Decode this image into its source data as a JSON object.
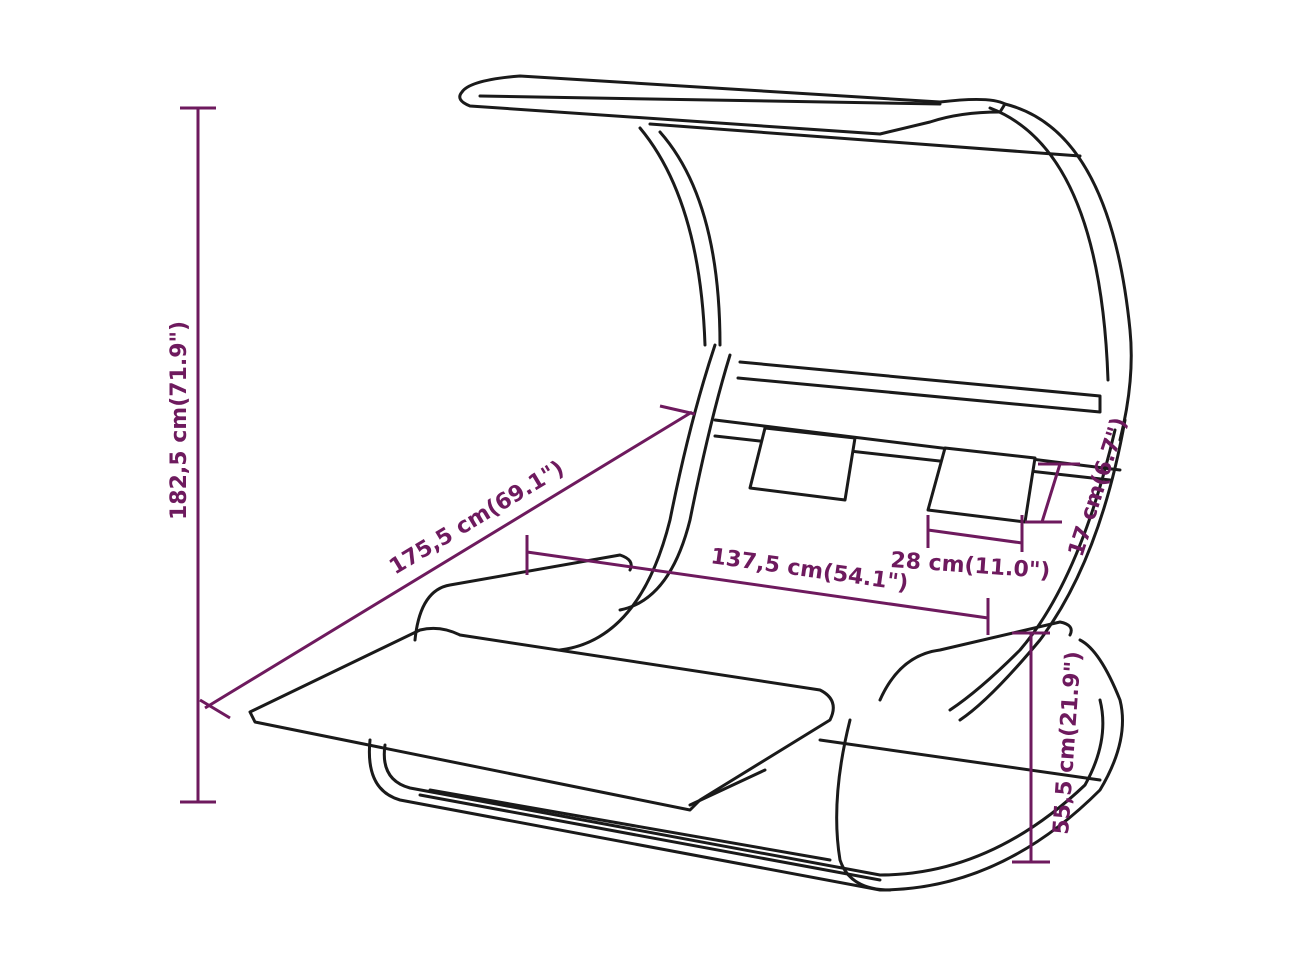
{
  "diagram": {
    "accent_color": "#6e1a5e",
    "line_color": "#1a1a1a",
    "dimensions": {
      "height": "182,5 cm(71.9\")",
      "length": "175,5 cm(69.1\")",
      "inner_width": "137,5 cm(54.1\")",
      "pillow_width": "28 cm(11.0\")",
      "pillow_height": "17 cm(6.7\")",
      "seat_height": "55,5 cm(21.9\")"
    }
  }
}
